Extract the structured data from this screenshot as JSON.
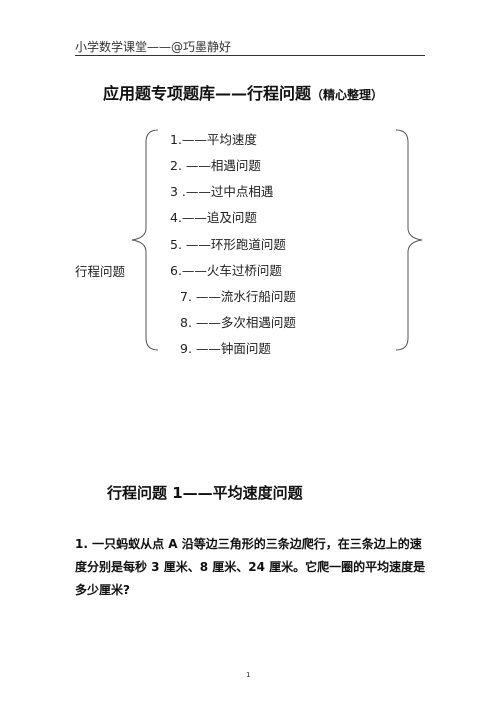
{
  "header": {
    "text": "小学数学课堂——@巧墨静好"
  },
  "title": {
    "main": "应用题专项题库——行程问题",
    "sub": "（精心整理）"
  },
  "toc": {
    "group_label": "行程问题",
    "items": [
      {
        "label": "1.——平均速度"
      },
      {
        "label": "2. ——相遇问题"
      },
      {
        "label": "3 .——过中点相遇"
      },
      {
        "label": "4.——追及问题"
      },
      {
        "label": "5.  ——环形跑道问题"
      },
      {
        "label": "6.——火车过桥问题"
      },
      {
        "label": "7.  ——流水行船问题"
      },
      {
        "label": "8.  ——多次相遇问题"
      },
      {
        "label": "9.  ——钟面问题"
      }
    ]
  },
  "section": {
    "title": "行程问题 1——平均速度问题"
  },
  "problem": {
    "text": "1. 一只蚂蚁从点 A 沿等边三角形的三条边爬行，在三条边上的速度分别是每秒 3 厘米、8 厘米、24 厘米。它爬一圈的平均速度是多少厘米?"
  },
  "footer": {
    "page_number": "1"
  }
}
